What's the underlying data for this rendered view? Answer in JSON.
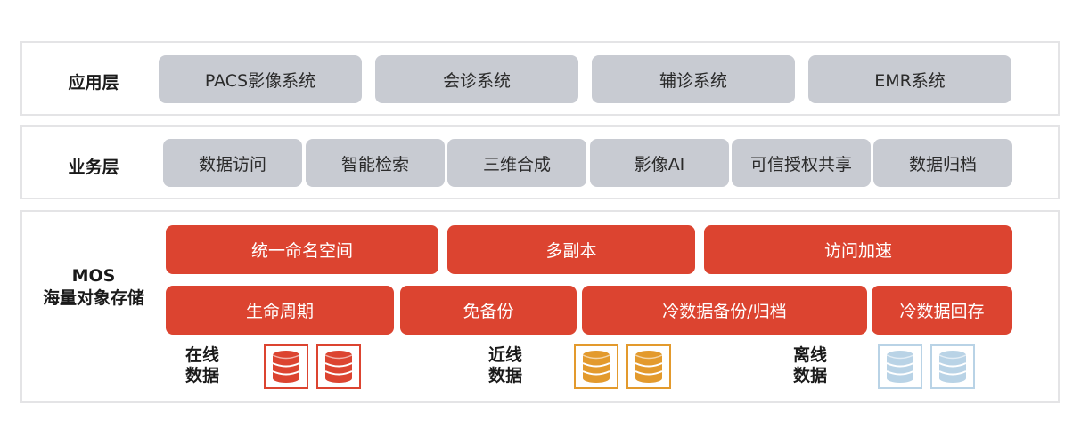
{
  "application_layer": {
    "label": "应用层",
    "items": [
      "PACS影像系统",
      "会诊系统",
      "辅诊系统",
      "EMR系统"
    ]
  },
  "business_layer": {
    "label": "业务层",
    "items": [
      "数据访问",
      "智能检索",
      "三维合成",
      "影像AI",
      "可信授权共享",
      "数据归档"
    ]
  },
  "storage_layer": {
    "label_line1": "MOS",
    "label_line2": "海量对象存储",
    "row1": [
      "统一命名空间",
      "多副本",
      "访问加速"
    ],
    "row2": [
      "生命周期",
      "免备份",
      "冷数据备份/归档",
      "冷数据回存"
    ],
    "tiers": [
      {
        "line1": "在线",
        "line2": "数据",
        "color": "#dc4430",
        "icon": "database-icon"
      },
      {
        "line1": "近线",
        "line2": "数据",
        "color": "#e39a2d",
        "icon": "database-icon"
      },
      {
        "line1": "离线",
        "line2": "数据",
        "color": "#b9d3e6",
        "icon": "database-icon"
      }
    ]
  },
  "colors": {
    "grey_box": "#c8cbd2",
    "red_box": "#dc4430",
    "border": "#e4e4e6"
  }
}
